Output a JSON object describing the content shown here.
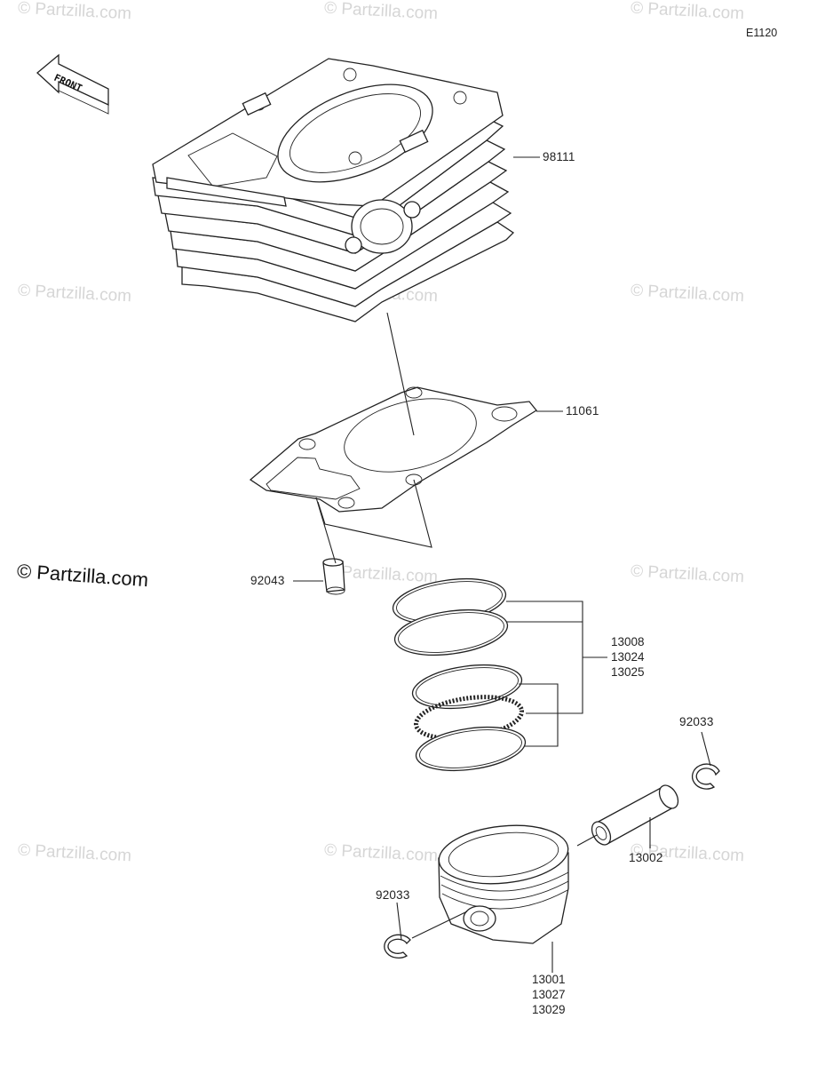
{
  "diagram_code": "E1120",
  "front_label": "FRONT",
  "brand": "© Partzilla.com",
  "watermark": "© Partzilla.com",
  "parts": {
    "cylinder": "98111",
    "gasket": "11061",
    "dowel_pin": "92043",
    "ring_set": [
      "13008",
      "13024",
      "13025"
    ],
    "snap_ring_right": "92033",
    "piston_pin": "13002",
    "snap_ring_left": "92033",
    "piston": [
      "13001",
      "13027",
      "13029"
    ]
  }
}
